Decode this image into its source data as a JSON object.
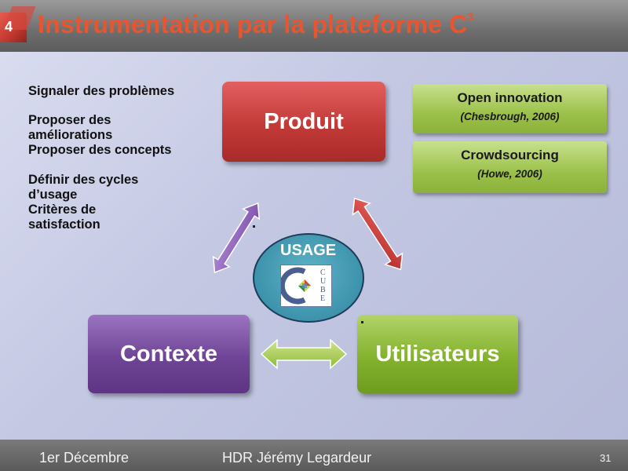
{
  "header": {
    "slide_number": "4",
    "title": "Instrumentation par la plateforme C",
    "title_superscript": "3"
  },
  "side_labels": [
    "Signaler des problèmes",
    "Proposer des améliorations",
    "Proposer des concepts",
    "Définir des cycles d’usage",
    "Critères de satisfaction"
  ],
  "boxes": {
    "produit": "Produit",
    "contexte": "Contexte",
    "utilisateurs": "Utilisateurs"
  },
  "cards": [
    {
      "title": "Open innovation",
      "citation": "(Chesbrough, 2006)"
    },
    {
      "title": "Crowdsourcing",
      "citation": "(Howe, 2006)"
    }
  ],
  "center": {
    "label": "USAGE",
    "logo_letters": [
      "C",
      "U",
      "B",
      "E"
    ]
  },
  "footer": {
    "date": "1er Décembre",
    "author": "HDR Jérémy Legardeur",
    "page": "31"
  },
  "colors": {
    "title": "#e8552f",
    "produit": "#c23a38",
    "contexte": "#6f4496",
    "utilisateurs": "#83b22d",
    "usage": "#3d93ab"
  }
}
